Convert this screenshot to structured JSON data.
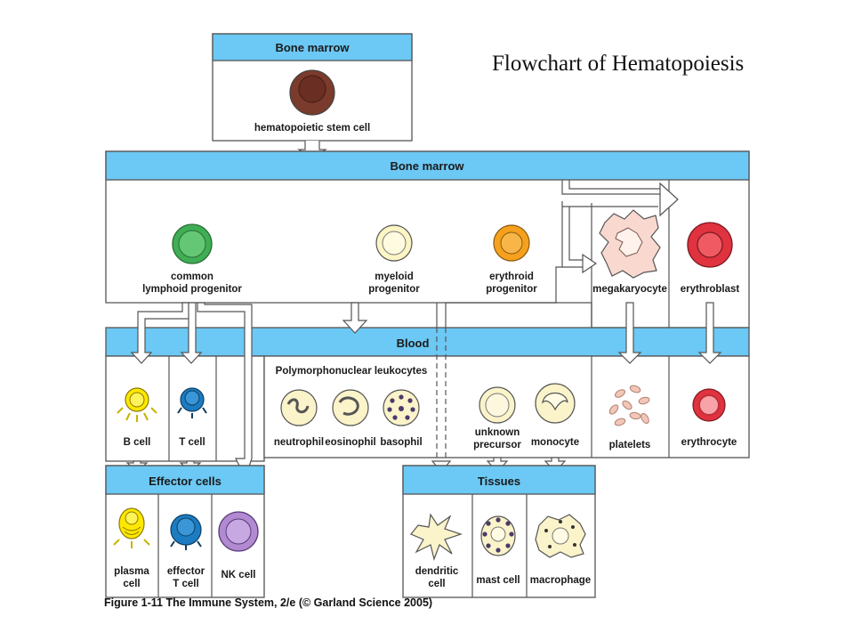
{
  "title": "Flowchart of Hematopoiesis",
  "caption": "Figure 1-11 The Immune System, 2/e (© Garland Science 2005)",
  "sections": {
    "bone_marrow_top": "Bone marrow",
    "bone_marrow_main": "Bone marrow",
    "blood": "Blood",
    "effector_cells": "Effector cells",
    "tissues": "Tissues",
    "polymorphonuclear": "Polymorphonuclear  leukocytes"
  },
  "cells": {
    "stem_cell": "hematopoietic stem cell",
    "lymphoid": [
      "common",
      "lymphoid progenitor"
    ],
    "myeloid": [
      "myeloid",
      "progenitor"
    ],
    "erythroid": [
      "erythroid",
      "progenitor"
    ],
    "megakaryocyte": "megakaryocyte",
    "erythroblast": "erythroblast",
    "b_cell": "B  cell",
    "t_cell": "T  cell",
    "neutrophil": "neutrophil",
    "eosinophil": "eosinophil",
    "basophil": "basophil",
    "unknown_precursor": [
      "unknown",
      "precursor"
    ],
    "monocyte": "monocyte",
    "platelets": "platelets",
    "erythrocyte": "erythrocyte",
    "plasma_cell": [
      "plasma",
      "cell"
    ],
    "effector_t_cell": [
      "effector",
      "T  cell"
    ],
    "nk_cell": "NK cell",
    "dendritic_cell": [
      "dendritic",
      "cell"
    ],
    "mast_cell": "mast cell",
    "macrophage": "macrophage"
  },
  "colors": {
    "header_fill": "#6cc8f4",
    "stem_cell": "#7b3b2c",
    "lymphoid": "#3fae55",
    "myeloid": "#fcf5c4",
    "erythroid": "#f6a11d",
    "erythroblast": "#e0323f",
    "b_cell": "#ffe800",
    "t_cell": "#1b7cc2",
    "nk_cell": "#b18ad1",
    "platelet": "#f2c6b8",
    "cytoplasm": "#fbf3c9"
  }
}
